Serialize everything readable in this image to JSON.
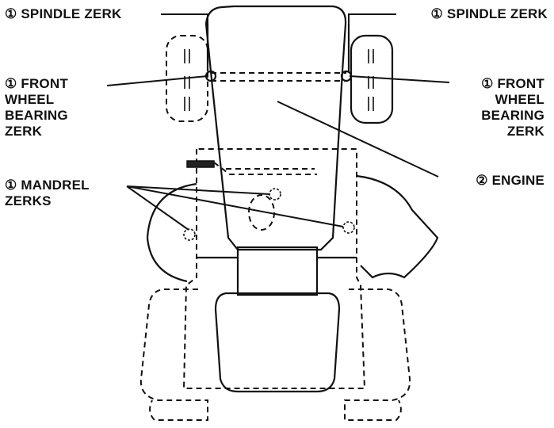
{
  "labels": {
    "spindle_left": [
      "① SPINDLE ZERK"
    ],
    "spindle_right": [
      "① SPINDLE ZERK"
    ],
    "bearing_left": [
      "① FRONT",
      "WHEEL",
      "BEARING",
      "ZERK"
    ],
    "bearing_right": [
      "① FRONT",
      "WHEEL",
      "BEARING",
      "ZERK"
    ],
    "mandrel": [
      "① MANDREL",
      "ZERKS"
    ],
    "engine": [
      "② ENGINE"
    ]
  }
}
